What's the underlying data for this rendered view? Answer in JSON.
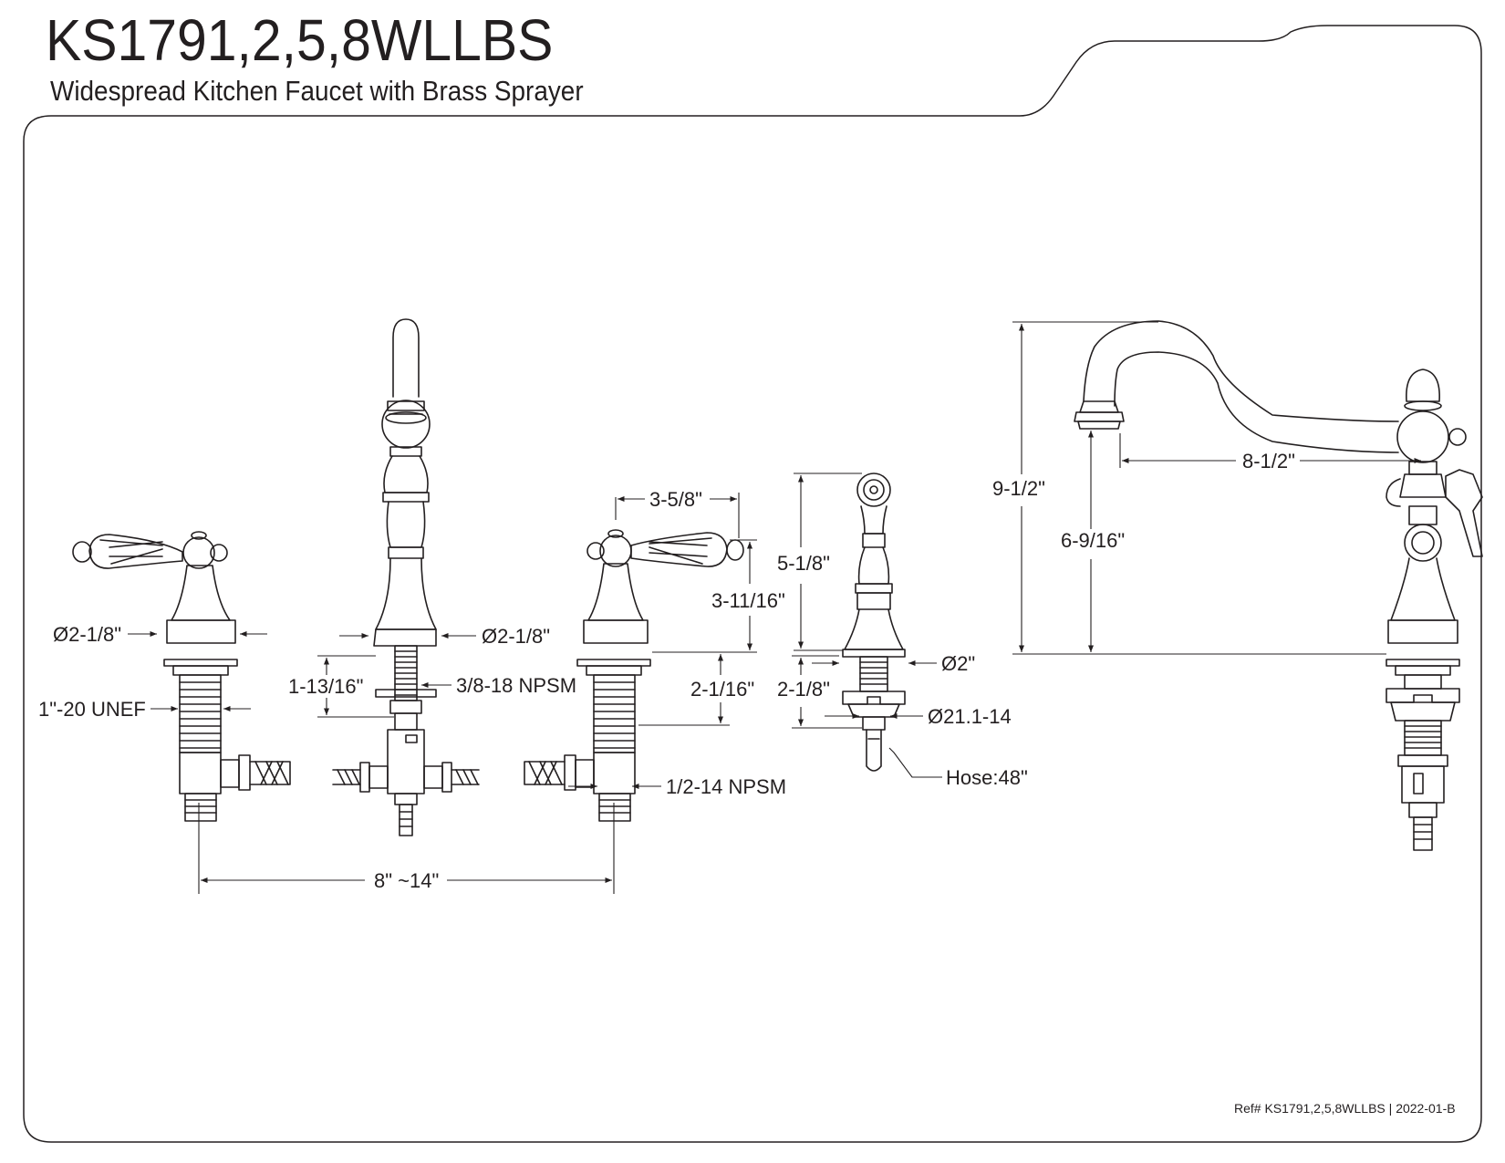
{
  "header": {
    "title": "KS1791,2,5,8WLLBS",
    "subtitle": "Widespread Kitchen Faucet with Brass Sprayer"
  },
  "footer": {
    "reference": "Ref# KS1791,2,5,8WLLBS | 2022-01-B"
  },
  "dimensions": {
    "handle_diameter_left": "Ø2-1/8\"",
    "handle_thread": "1\"-20 UNEF",
    "spout_base_diameter": "Ø2-1/8\"",
    "spout_shank_length": "1-13/16\"",
    "spout_thread": "3/8-18 NPSM",
    "handle_reach": "3-5/8\"",
    "handle_height": "3-11/16\"",
    "handle_shank_length": "2-1/16\"",
    "valve_thread": "1/2-14 NPSM",
    "spread": "8\" ~14\"",
    "sprayer_height": "5-1/8\"",
    "sprayer_base_diameter": "Ø2\"",
    "sprayer_shank_length": "2-1/8\"",
    "sprayer_thread": "Ø21.1-14",
    "hose_length": "Hose:48\"",
    "overall_height": "9-1/2\"",
    "spout_clearance": "6-9/16\"",
    "spout_reach": "8-1/2\""
  }
}
